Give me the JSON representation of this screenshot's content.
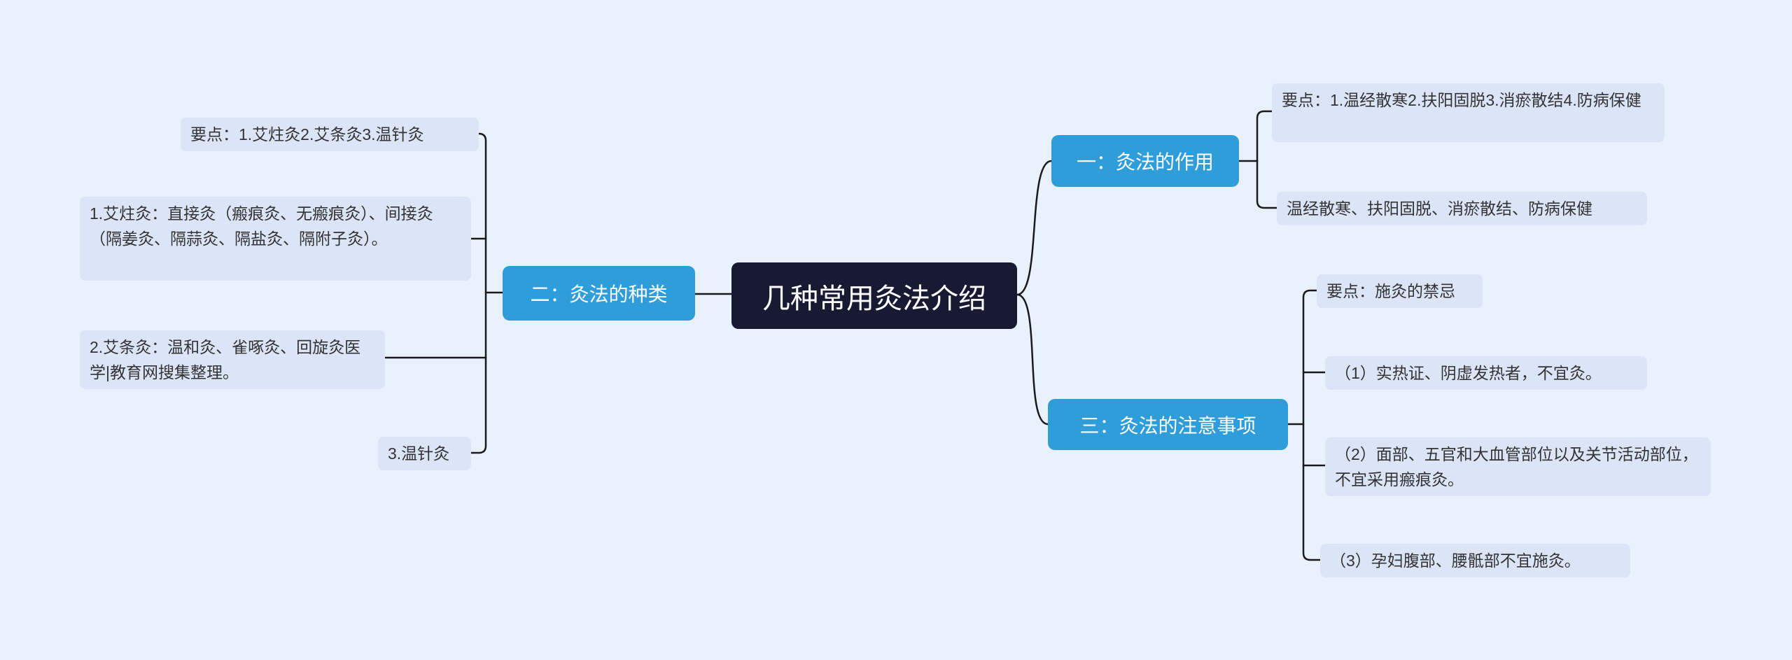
{
  "colors": {
    "background": "#e9f1fc",
    "root_bg": "#181932",
    "root_text": "#ffffff",
    "branch_bg": "#2f9dda",
    "branch_text": "#ffffff",
    "leaf_bg": "#dce5f8",
    "leaf_text": "#333333",
    "connector": "#1a1a1a"
  },
  "nodes": {
    "root": {
      "label": "几种常用灸法介绍"
    },
    "branches": {
      "effects": {
        "label": "一：灸法的作用"
      },
      "types": {
        "label": "二：灸法的种类"
      },
      "cautions": {
        "label": "三：灸法的注意事项"
      }
    },
    "leaves": {
      "types_keypoints": {
        "text": "要点：1.艾炷灸2.艾条灸3.温针灸"
      },
      "types_aizhu": {
        "text": "1.艾炷灸：直接灸（瘢痕灸、无瘢痕灸）、间接灸（隔姜灸、隔蒜灸、隔盐灸、隔附子灸）。"
      },
      "types_aitiao": {
        "text": "2.艾条灸：温和灸、雀啄灸、回旋灸医学|教育网搜集整理。"
      },
      "types_wenzhen": {
        "text": "3.温针灸"
      },
      "effects_keypoints": {
        "text": "要点：1.温经散寒2.扶阳固脱3.消瘀散结4.防病保健"
      },
      "effects_detail": {
        "text": "温经散寒、扶阳固脱、消瘀散结、防病保健"
      },
      "cautions_keypoints": {
        "text": "要点：施灸的禁忌"
      },
      "cautions_item1": {
        "text": "（1）实热证、阴虚发热者，不宜灸。"
      },
      "cautions_item2": {
        "text": "（2）面部、五官和大血管部位以及关节活动部位，不宜采用瘢痕灸。"
      },
      "cautions_item3": {
        "text": "（3）孕妇腹部、腰骶部不宜施灸。"
      }
    }
  }
}
